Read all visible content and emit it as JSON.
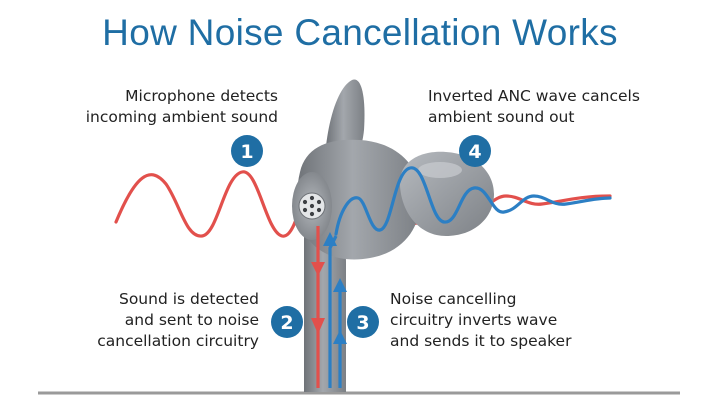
{
  "title": "How Noise Cancellation Works",
  "steps": [
    {
      "number": "1",
      "lines": [
        "Microphone detects",
        "incoming ambient sound"
      ]
    },
    {
      "number": "2",
      "lines": [
        "Sound is detected",
        "and sent to noise",
        "cancellation circuitry"
      ]
    },
    {
      "number": "3",
      "lines": [
        "Noise cancelling",
        "circuitry inverts wave",
        "and sends it to speaker"
      ]
    },
    {
      "number": "4",
      "lines": [
        "Inverted ANC wave cancels",
        "ambient sound out"
      ]
    }
  ],
  "colors": {
    "title": "#1f6ea4",
    "ambient_wave": "#e2504c",
    "anc_wave": "#2c7fc4",
    "badge": "#1f6ea4",
    "earbud": "#8e9297",
    "ground": "#9a9a9a"
  }
}
